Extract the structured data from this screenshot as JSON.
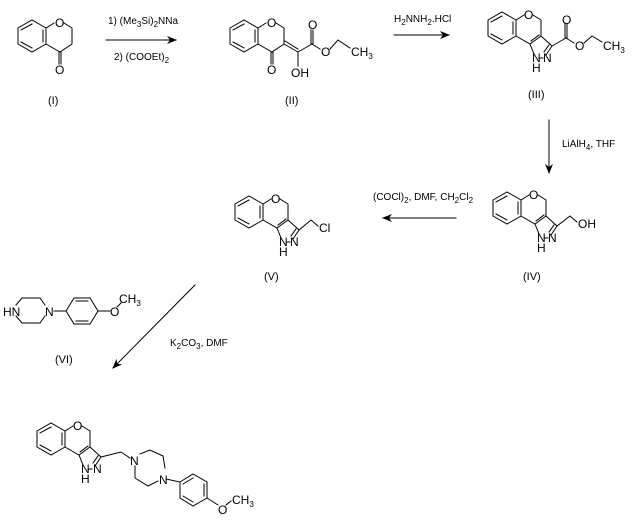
{
  "scheme": {
    "compounds": [
      {
        "id": "I",
        "label": "(I)",
        "atoms": {
          "o_ring": "O",
          "o_keto": "O"
        }
      },
      {
        "id": "II",
        "label": "(II)",
        "atoms": {
          "o_ring": "O",
          "o_keto": "O",
          "oh": "OH",
          "o_carbonyl": "O",
          "o_ester": "O",
          "ch3": "CH",
          "ch3_sub": "3"
        }
      },
      {
        "id": "III",
        "label": "(III)",
        "atoms": {
          "o_ring": "O",
          "nh_n": "N",
          "nh_h": "H",
          "n2": "N",
          "o_carbonyl": "O",
          "o_ester": "O",
          "ch3": "CH",
          "ch3_sub": "3"
        }
      },
      {
        "id": "IV",
        "label": "(IV)",
        "atoms": {
          "o_ring": "O",
          "nh_n": "N",
          "nh_h": "H",
          "n2": "N",
          "oh": "OH"
        }
      },
      {
        "id": "V",
        "label": "(V)",
        "atoms": {
          "o_ring": "O",
          "nh_n": "N",
          "nh_h": "H",
          "n2": "N",
          "cl": "Cl"
        }
      },
      {
        "id": "VI",
        "label": "(VI)",
        "atoms": {
          "hn": "HN",
          "n": "N",
          "o": "O",
          "ch3": "CH",
          "ch3_sub": "3"
        }
      },
      {
        "id": "product",
        "label": "",
        "atoms": {
          "o_ring": "O",
          "nh_n": "N",
          "nh_h": "H",
          "n2": "N",
          "pip_n1": "N",
          "pip_n2": "N",
          "o": "O",
          "ch3": "CH",
          "ch3_sub": "3"
        }
      }
    ],
    "steps": [
      {
        "from": "I",
        "to": "II",
        "direction": "right",
        "conditions": [
          {
            "parts": [
              "1)  (Me",
              "3",
              "Si)",
              "2",
              "NNa"
            ]
          },
          {
            "parts": [
              "2) (COOEt)",
              "2"
            ]
          }
        ]
      },
      {
        "from": "II",
        "to": "III",
        "direction": "right",
        "conditions": [
          {
            "parts": [
              "H",
              "2",
              "NNH",
              "2",
              ".HCl"
            ]
          }
        ]
      },
      {
        "from": "III",
        "to": "IV",
        "direction": "down",
        "conditions": [
          {
            "parts": [
              "LiAlH",
              "4",
              ", THF"
            ]
          }
        ]
      },
      {
        "from": "IV",
        "to": "V",
        "direction": "left",
        "conditions": [
          {
            "parts": [
              "(COCl)",
              "2",
              ", DMF, CH",
              "2",
              "Cl",
              "2"
            ]
          }
        ]
      },
      {
        "from": "V",
        "to": "product",
        "direction": "down-left",
        "reagent": "VI",
        "conditions": [
          {
            "parts": [
              "K",
              "2",
              "CO",
              "3",
              ", DMF"
            ]
          }
        ]
      }
    ]
  }
}
